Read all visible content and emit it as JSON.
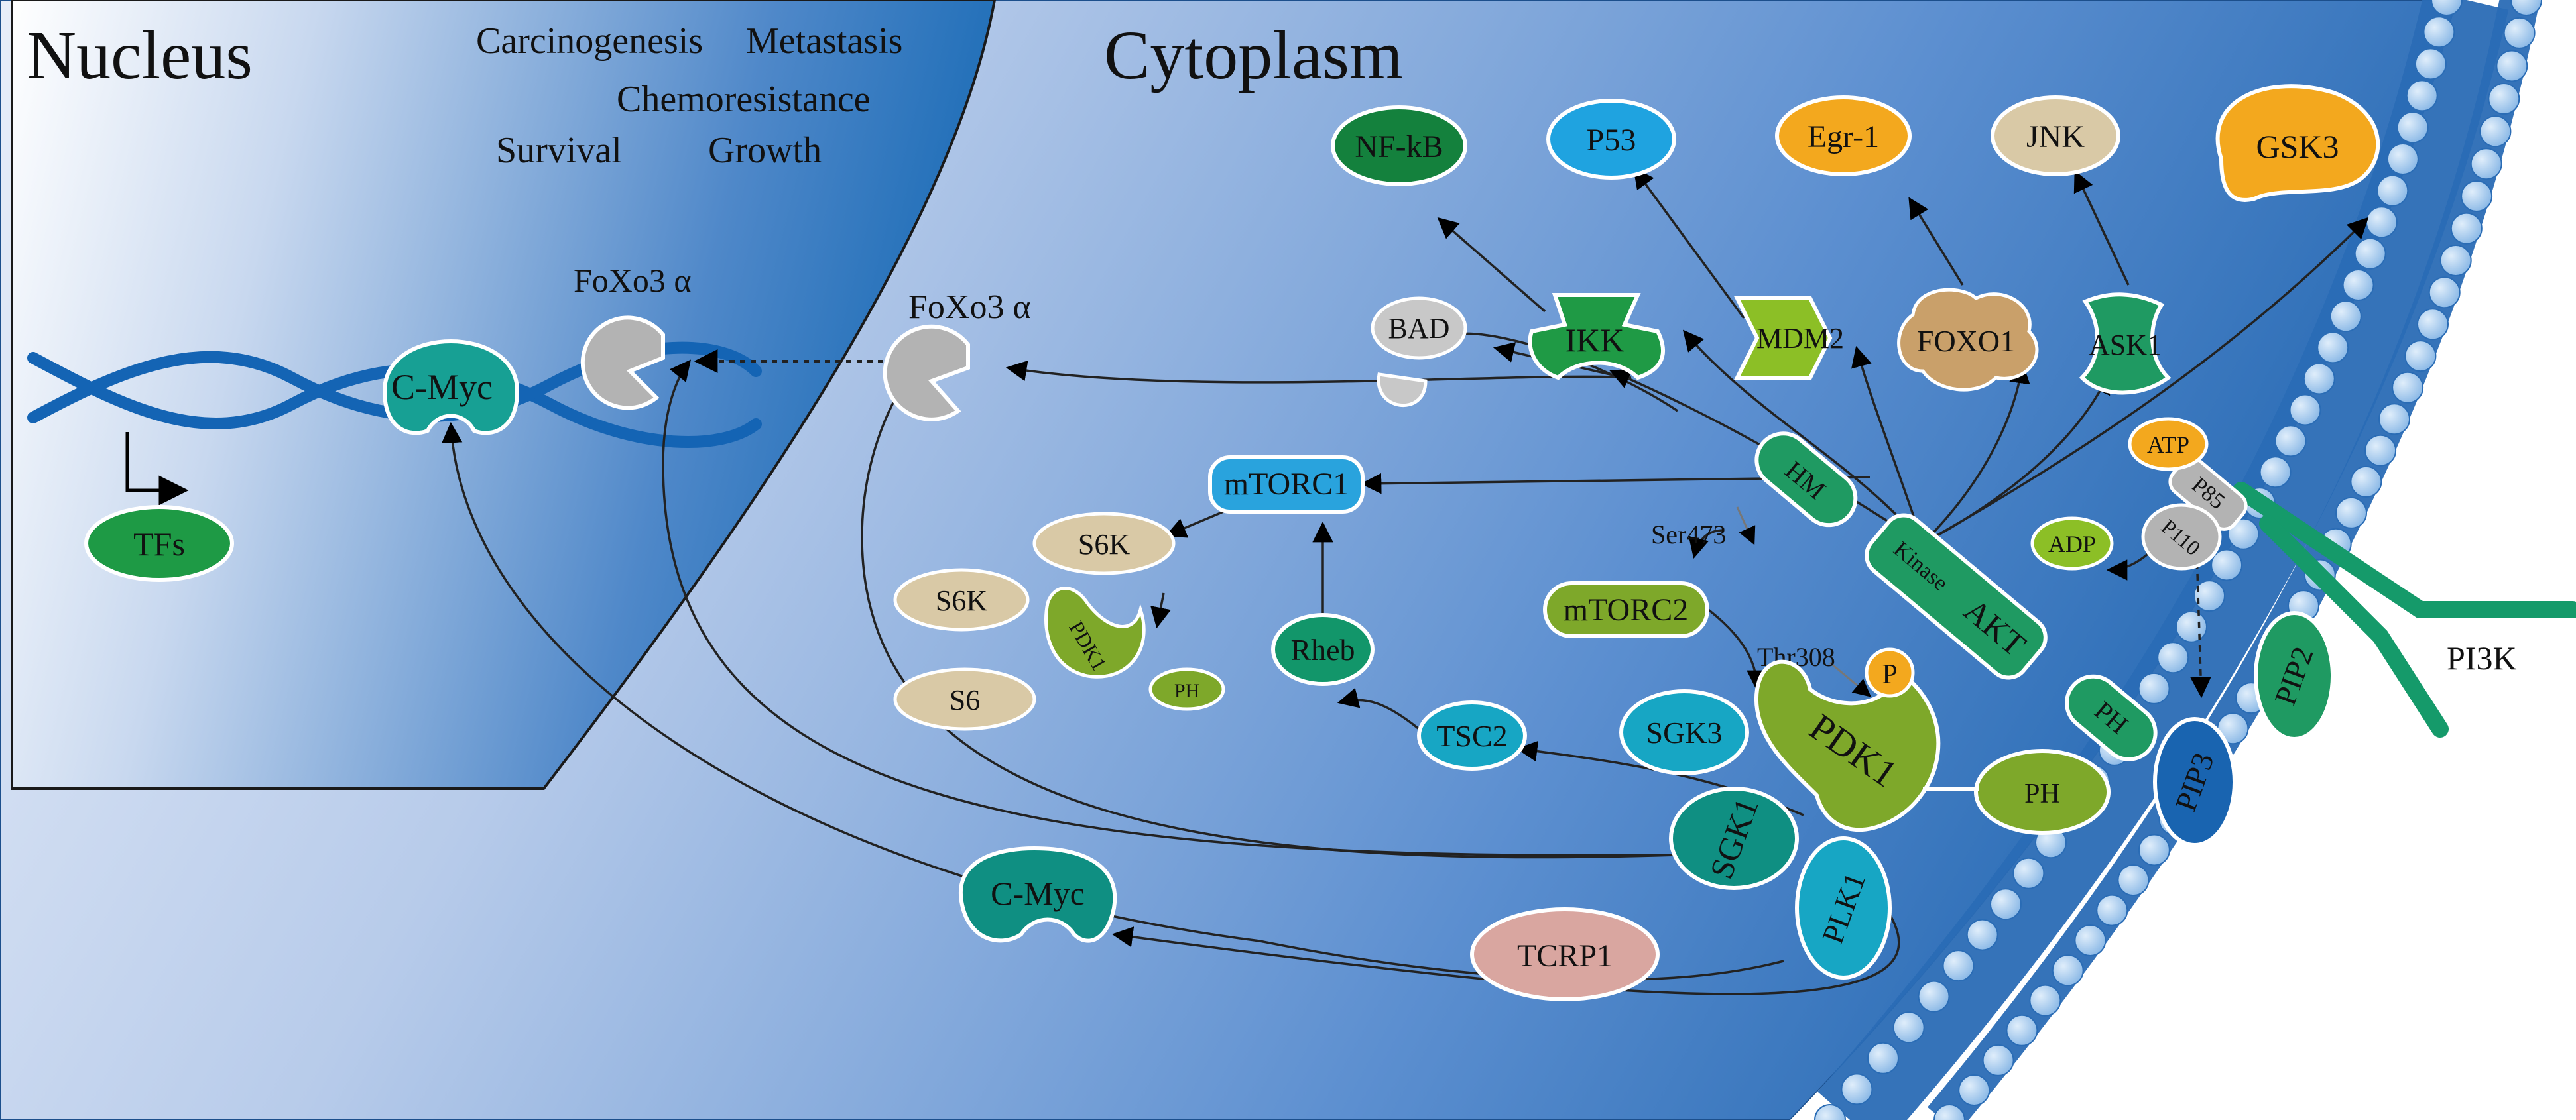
{
  "regions": {
    "nucleus": "Nucleus",
    "cytoplasm": "Cytoplasm"
  },
  "outcomes": {
    "carcinogenesis": "Carcinogenesis",
    "metastasis": "Metastasis",
    "chemoresistance": "Chemoresistance",
    "survival": "Survival",
    "growth": "Growth"
  },
  "nucleus_items": {
    "foxo3a": "FoXo3 α",
    "cmyc": "C-Myc",
    "tfs": "TFs"
  },
  "cyto_items": {
    "foxo3a": "FoXo3 α",
    "cmyc": "C-Myc"
  },
  "effectors": {
    "nfkb": "NF-kB",
    "p53": "P53",
    "egr1": "Egr-1",
    "jnk": "JNK",
    "gsk3": "GSK3",
    "bad": "BAD",
    "ikk": "IKK",
    "mdm2": "MDM2",
    "foxo1": "FOXO1",
    "ask1": "ASK1"
  },
  "akt": {
    "hm": "HM",
    "kinase": "Kinase",
    "akt": "AKT",
    "ph": "PH",
    "ser473": "Ser473",
    "thr308": "Thr308"
  },
  "mtor_branch": {
    "mtorc1": "mTORC1",
    "s6k_1": "S6K",
    "s6k_2": "S6K",
    "s6": "S6",
    "pdk1_small": "PDK1",
    "ph_small": "PH",
    "rheb": "Rheb",
    "tsc2": "TSC2",
    "mtorc2": "mTORC2"
  },
  "pdk1_complex": {
    "sgk3": "SGK3",
    "pdk1": "PDK1",
    "p": "P",
    "ph": "PH",
    "sgk1": "SGK1",
    "plk1": "PLK1",
    "tcrp1": "TCRP1"
  },
  "membrane": {
    "atp": "ATP",
    "adp": "ADP",
    "p85": "P85",
    "p110": "P110",
    "pip2": "PIP2",
    "pip3": "PIP3",
    "pi3k": "PI3K"
  },
  "colors": {
    "cytoplasm_dark": "#2e73b8",
    "cytoplasm_light": "#dce7f7",
    "nucleus_dark": "#1f6fb8",
    "green_dark": "#1a8a3c",
    "green_mid": "#2fa35a",
    "teal": "#159e94",
    "olive": "#7ea82a",
    "blue_light": "#29a3dd",
    "orange": "#f3a81e",
    "beige": "#d9c9a6",
    "tan": "#c9a06a",
    "gray": "#b3b3b3",
    "pink": "#d9a6a0",
    "membrane_bead": "#a9ccee"
  }
}
